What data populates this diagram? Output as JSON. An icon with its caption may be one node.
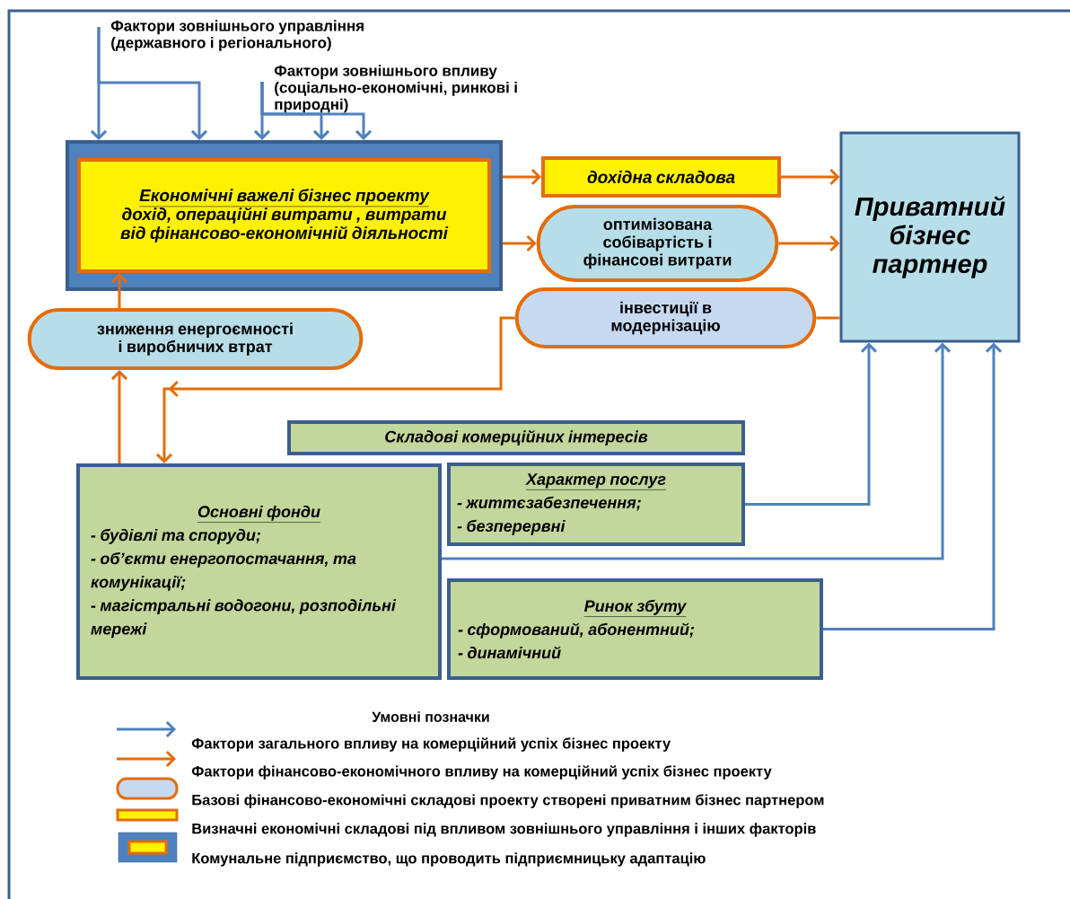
{
  "diagram": {
    "nodes": [
      {
        "text": [],
        "shape": "box"
      },
      {
        "text": [
          "Економічні важелі бізнес проекту",
          "дохід, операційні витрати , витрати від фінансово-економічній діяльності"
        ],
        "in": 0
      },
      {
        "text": [
          "дохідна складова"
        ]
      },
      {
        "text": [
          "оптимізована собівартість і фінансові витрати"
        ]
      },
      {
        "text": [
          "Приватний бізнес партнер"
        ]
      },
      {
        "text": [
          "інвестиції в модернізацію"
        ]
      },
      {
        "text": [
          "зниження енергоємності і виробничих втрат"
        ]
      },
      {
        "text": [
          "Складові комерційних інтересів"
        ]
      },
      {
        "text": [
          "Основні фонди",
          "- будівлі та споруди;",
          "- об’єкти енергопостачання, та комунікації;",
          "- магістральні водогони, розподільні мережі"
        ]
      },
      {
        "text": [
          "Характер послуг",
          "- життєзабезпечення;",
          "- безперервні"
        ]
      },
      {
        "text": [
          "Ринок збуту",
          "- сформований, абонентний;",
          "- динамічний"
        ]
      },
      {
        "text": [
          "Фактори зовнішнього управління (державного і регіонального)"
        ]
      },
      {
        "text": [
          "Фактори зовнішнього впливу (соціально-економічні, ринкові і природні)"
        ]
      }
    ],
    "edges": [
      {
        "from": 11,
        "to": 0,
        "arrow": "to",
        "color": "#4f81bd"
      },
      {
        "from": 11,
        "to": 0,
        "arrow": "to",
        "color": "#4f81bd"
      },
      {
        "from": 12,
        "to": 0,
        "arrow": "to",
        "color": "#4f81bd"
      },
      {
        "from": 12,
        "to": 0,
        "arrow": "to",
        "color": "#4f81bd"
      },
      {
        "from": 12,
        "to": 0,
        "arrow": "to",
        "color": "#4f81bd"
      },
      {
        "from": 1,
        "to": 2,
        "arrow": "to",
        "color": "#e46c0a"
      },
      {
        "from": 1,
        "to": 3,
        "arrow": "to",
        "color": "#e46c0a"
      },
      {
        "from": 2,
        "to": 4,
        "arrow": "to",
        "color": "#e46c0a"
      },
      {
        "from": 3,
        "to": 4,
        "arrow": "to",
        "color": "#e46c0a"
      },
      {
        "from": 4,
        "to": 5,
        "arrow": "none",
        "color": "#e46c0a"
      },
      {
        "from": 5,
        "to": 8,
        "arrow": "to",
        "color": "#e46c0a"
      },
      {
        "from": 8,
        "to": 6,
        "arrow": "to",
        "color": "#e46c0a"
      },
      {
        "from": 6,
        "to": 1,
        "arrow": "to",
        "color": "#e46c0a"
      },
      {
        "from": 9,
        "to": 4,
        "arrow": "to",
        "color": "#4f81bd"
      },
      {
        "from": 8,
        "to": 4,
        "arrow": "to",
        "color": "#4f81bd"
      },
      {
        "from": 10,
        "to": 4,
        "arrow": "to",
        "color": "#4f81bd"
      }
    ],
    "labels": [
      "Умовні позначки"
    ],
    "legend": [
      {
        "text": "Фактори загального впливу на комерційний успіх бізнес проекту"
      },
      {
        "text": "Фактори фінансово-економічного впливу на комерційний успіх бізнес проекту"
      },
      {
        "text": "Базові фінансово-економічні складові проекту створені приватним бізнес партнером"
      },
      {
        "text": "Визначні економічні складові під впливом зовнішнього управління і інших факторів"
      },
      {
        "text": "Комунальне підприємство, що проводить підприємницьку адаптацію"
      }
    ]
  }
}
